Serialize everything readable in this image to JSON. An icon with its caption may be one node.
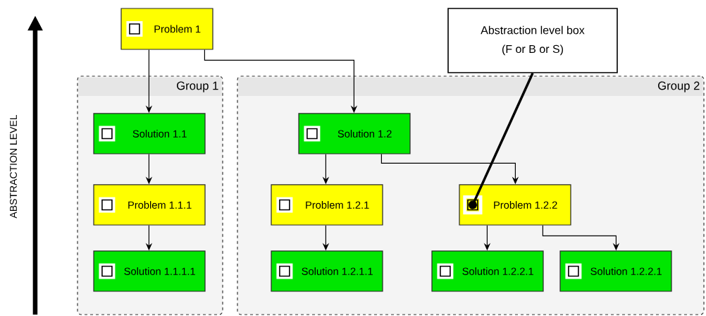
{
  "diagram": {
    "nodes": [
      {
        "text": [
          "Problem 1"
        ]
      },
      {
        "text": [
          "Group 1"
        ]
      },
      {
        "text": [
          "Solution 1.1"
        ],
        "in": 1
      },
      {
        "text": [
          "Problem 1.1.1"
        ],
        "in": 1
      },
      {
        "text": [
          "Solution 1.1.1.1"
        ],
        "in": 1
      },
      {
        "text": [
          "Group 2"
        ]
      },
      {
        "text": [
          "Solution 1.2"
        ],
        "in": 5
      },
      {
        "text": [
          "Problem 1.2.1"
        ],
        "in": 5
      },
      {
        "text": [
          "Problem 1.2.2"
        ],
        "in": 5
      },
      {
        "text": [
          "Solution 1.2.1.1"
        ],
        "in": 5
      },
      {
        "text": [
          "Solution 1.2.2.1"
        ],
        "in": 5
      },
      {
        "text": [
          "Solution 1.2.2.1"
        ],
        "in": 5
      },
      {
        "text": [
          "Abstraction level box",
          "(F or B or S)"
        ]
      },
      {
        "text": [],
        "shape": "box",
        "in": 8
      }
    ],
    "edges": [
      {
        "from": 0,
        "to": 2,
        "arrow": "to"
      },
      {
        "from": 0,
        "to": 6,
        "arrow": "to"
      },
      {
        "from": 2,
        "to": 3,
        "arrow": "to"
      },
      {
        "from": 3,
        "to": 4,
        "arrow": "to"
      },
      {
        "from": 6,
        "to": 7,
        "arrow": "to"
      },
      {
        "from": 6,
        "to": 8,
        "arrow": "to"
      },
      {
        "from": 7,
        "to": 9,
        "arrow": "to"
      },
      {
        "from": 8,
        "to": 10,
        "arrow": "to"
      },
      {
        "from": 8,
        "to": 11,
        "arrow": "to"
      },
      {
        "from": 12,
        "to": 13,
        "arrow": "to",
        "style": "thick"
      }
    ],
    "labels": [
      "ABSTRACTION LEVEL"
    ]
  }
}
